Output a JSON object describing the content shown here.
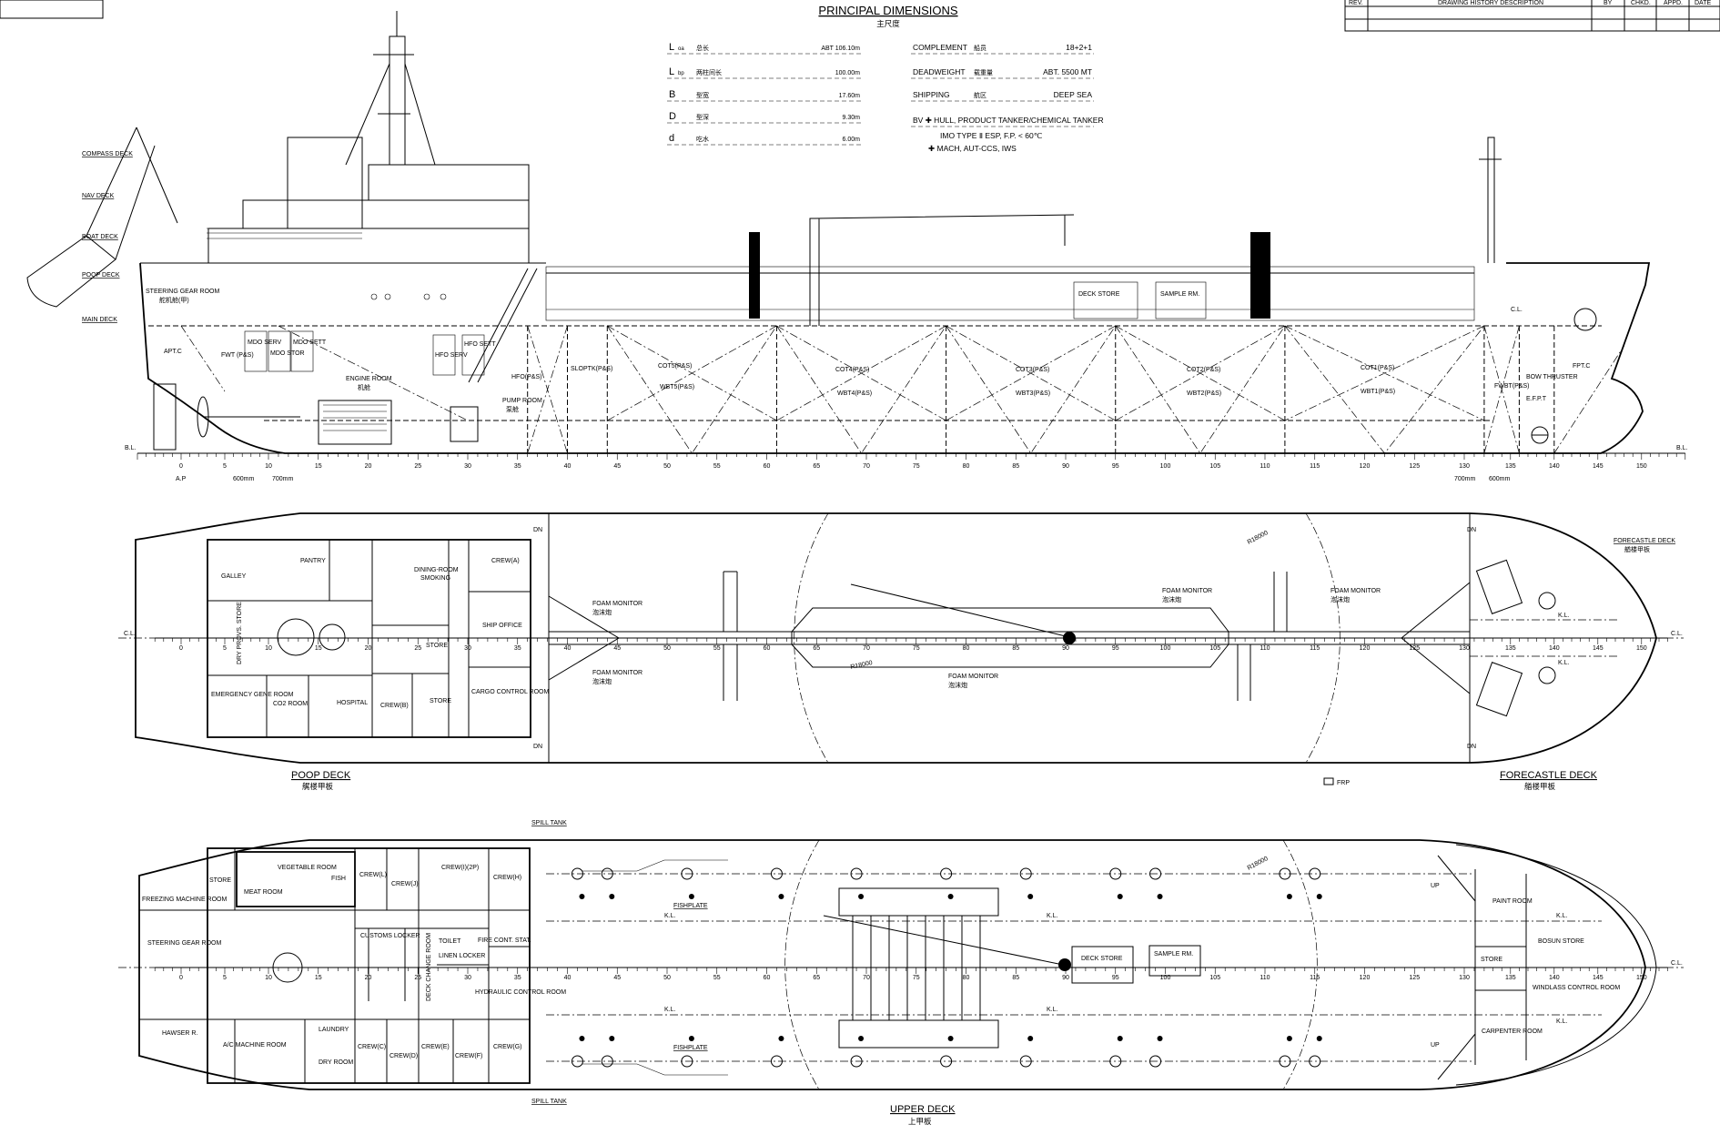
{
  "title_block": {
    "revision_headers": [
      "REV.",
      "DRAWING HISTORY DESCRIPTION",
      "BY",
      "CHKD.",
      "APPD.",
      "DATE"
    ]
  },
  "principal_dimensions": {
    "title": "PRINCIPAL DIMENSIONS",
    "title_cn": "主尺度",
    "left": [
      {
        "symbol": "L",
        "sub": "oa",
        "cn": "总长",
        "value": "ABT 106.10m"
      },
      {
        "symbol": "L",
        "sub": "bp",
        "cn": "两柱间长",
        "value": "100.00m"
      },
      {
        "symbol": "B",
        "sub": "",
        "cn": "型宽",
        "value": "17.60m"
      },
      {
        "symbol": "D",
        "sub": "",
        "cn": "型深",
        "value": "9.30m"
      },
      {
        "symbol": "d",
        "sub": "",
        "cn": "吃水",
        "value": "6.00m"
      }
    ],
    "right": [
      {
        "label": "COMPLEMENT",
        "cn": "船员",
        "value": "18+2+1"
      },
      {
        "label": "DEADWEIGHT",
        "cn": "载重量",
        "value": "ABT. 5500 MT"
      },
      {
        "label": "SHIPPING",
        "cn": "航区",
        "value": "DEEP SEA"
      }
    ],
    "class_notation": [
      "BV ✚ HULL, PRODUCT TANKER/CHEMICAL TANKER",
      "IMO TYPE Ⅱ ESP, F.P. < 60℃",
      "✚ MACH, AUT-CCS, IWS"
    ]
  },
  "frames": {
    "labels": [
      "0",
      "5",
      "10",
      "15",
      "20",
      "25",
      "30",
      "35",
      "40",
      "45",
      "50",
      "55",
      "60",
      "65",
      "70",
      "75",
      "80",
      "85",
      "90",
      "95",
      "100",
      "105",
      "110",
      "115",
      "120",
      "125",
      "130",
      "135",
      "140",
      "145",
      "150"
    ],
    "aft_spacing": "600mm",
    "mid_spacing": "700mm",
    "ap": "A.P",
    "baseline": "B.L.",
    "centerline": "C.L.",
    "keel_line": "K.L."
  },
  "profile": {
    "decks": [
      "COMPASS DECK",
      "NAV DECK",
      "BOAT DECK",
      "POOP DECK",
      "MAIN DECK"
    ],
    "steering_gear_room": "STEERING GEAR ROOM",
    "steering_gear_room_cn": "舵机舱(甲)",
    "aptc": "APT.C",
    "fwt": "FWT (P&S)",
    "mdo": [
      "MDO SERV",
      "MDO STOR",
      "MDO SETT"
    ],
    "engine_room": "ENGINE ROOM",
    "engine_room_cn": "机舱",
    "hfo_tanks": [
      "HFO SERV",
      "HFO SETT"
    ],
    "hfo": "HFO(P&S)",
    "pump_room": "PUMP ROOM",
    "pump_room_cn": "泵舱",
    "slop": "SLOPTK(P&S)",
    "tanks": [
      {
        "cot": "COT5(P&S)",
        "wbt": "WBT5(P&S)"
      },
      {
        "cot": "COT4(P&S)",
        "wbt": "WBT4(P&S)"
      },
      {
        "cot": "COT3(P&S)",
        "wbt": "WBT3(P&S)"
      },
      {
        "cot": "COT2(P&S)",
        "wbt": "WBT2(P&S)"
      },
      {
        "cot": "COT1(P&S)",
        "wbt": "WBT1(P&S)"
      }
    ],
    "deck_store": "DECK STORE",
    "sample_rm": "SAMPLE RM.",
    "cl_locker": "C.L.",
    "fwbt": "FWBT(P&S)",
    "bow_thruster": "BOW THRUSTER",
    "efpt": "E.F.P.T",
    "fptc": "FPT.C"
  },
  "poop_deck": {
    "title": "POOP DECK",
    "title_cn": "艉楼甲板",
    "rooms": {
      "galley": "GALLEY",
      "pantry": "PANTRY",
      "dining": "DINING-ROOM",
      "smoking": "SMOKING",
      "crew_a": "CREW(A)",
      "ship_office": "SHIP OFFICE",
      "store": "STORE",
      "dry_provs": "DRY PROVS. STORE",
      "emergency_gen": "EMERGENCY GENE ROOM",
      "co2": "CO2 ROOM",
      "hospital": "HOSPITAL",
      "crew_b": "CREW(B)",
      "store2": "STORE",
      "cargo_control": "CARGO CONTROL ROOM"
    },
    "foam_monitor": "FOAM MONITOR",
    "foam_monitor_cn": "泡沫炮",
    "radius": "R18000",
    "dn": "DN",
    "frp": "FRP"
  },
  "forecastle_deck": {
    "title": "FORECASTLE DECK",
    "title_cn": "艏楼甲板"
  },
  "upper_deck": {
    "title": "UPPER DECK",
    "title_cn": "上甲板",
    "rooms": {
      "freezing": "FREEZING MACHINE ROOM",
      "store": "STORE",
      "meat": "MEAT ROOM",
      "vegetable": "VEGETABLE ROOM",
      "fish": "FISH",
      "crew_l": "CREW(L)",
      "crew_j": "CREW(J)",
      "crew_i": "CREW(I)(2P)",
      "crew_h": "CREW(H)",
      "steering": "STEERING GEAR ROOM",
      "customs": "CUSTOMS LOCKER",
      "deck_change": "DECK CHANGE ROOM",
      "toilet": "TOILET",
      "linen": "LINEN LOCKER",
      "fire_cont": "FIRE CONT. STAT.",
      "hydraulic": "HYDRAULIC CONTROL ROOM",
      "hawser": "HAWSER R.",
      "ac_machine": "A/C MACHINE ROOM",
      "laundry": "LAUNDRY",
      "dry_room": "DRY ROOM",
      "crew_c": "CREW(C)",
      "crew_d": "CREW(D)",
      "crew_e": "CREW(E)",
      "crew_f": "CREW(F)",
      "crew_g": "CREW(G)",
      "spill_tank": "SPILL TANK",
      "fishplate": "FISHPLATE",
      "deck_store": "DECK STORE",
      "sample_rm": "SAMPLE RM.",
      "paint": "PAINT ROOM",
      "bosun": "BOSUN STORE",
      "store_fwd": "STORE",
      "windlass": "WINDLASS CONTROL ROOM",
      "carpenter": "CARPENTER ROOM",
      "up": "UP"
    }
  }
}
